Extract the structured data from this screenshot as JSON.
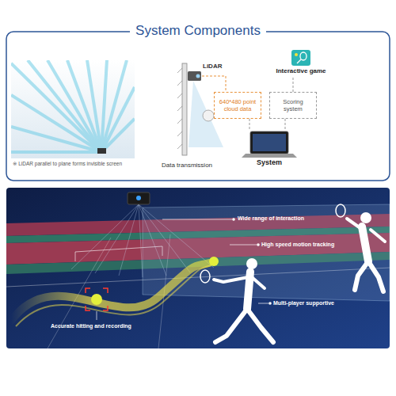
{
  "diagram": {
    "title": "System Components",
    "nodes": [
      {
        "text": [
          "Interactive game"
        ]
      },
      {
        "text": [
          "640*480 point cloud data"
        ]
      },
      {
        "text": [
          "Scoring system"
        ]
      },
      {
        "text": [
          "System"
        ]
      }
    ],
    "edges": [
      {
        "from": 1,
        "to": 3,
        "arrow": "none"
      },
      {
        "from": 2,
        "to": 3,
        "arrow": "none"
      },
      {
        "from": 2,
        "to": 0,
        "arrow": "none"
      }
    ],
    "labels": [
      "LiDAR",
      "※ LiDAR parallel to plane forms invisible screen",
      "Data transmission",
      "Wide range of interaction",
      "High speed motion tracking",
      "Multi-player supportive",
      "Accurate hitting and recording"
    ]
  }
}
